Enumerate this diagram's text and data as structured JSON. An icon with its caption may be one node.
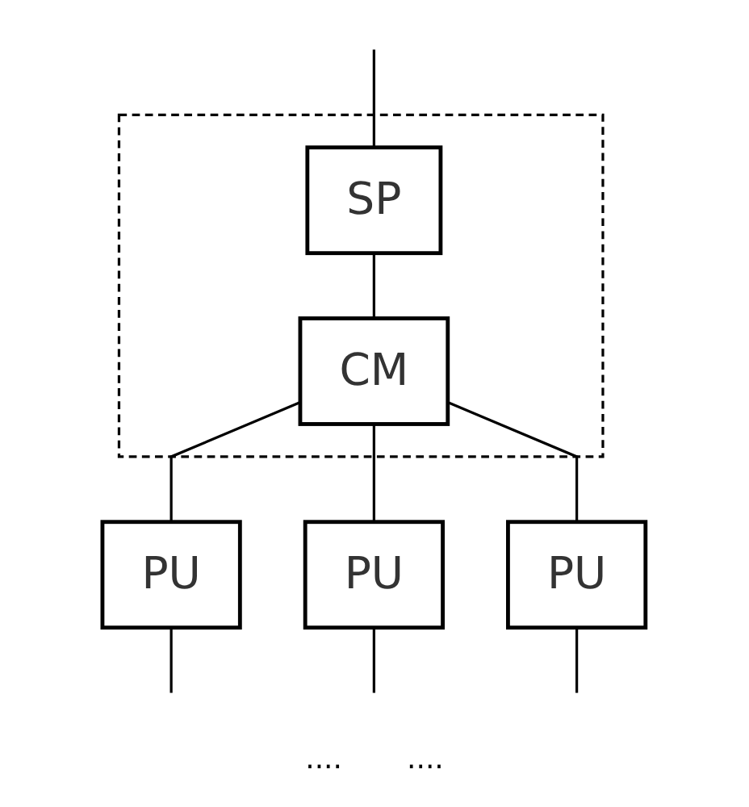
{
  "diagram": {
    "nodes": [
      {
        "text": [],
        "shape": "box"
      },
      {
        "text": [
          "SP"
        ],
        "in": 0
      },
      {
        "text": [
          "CM"
        ],
        "in": 0
      },
      {
        "text": [
          "PU"
        ]
      },
      {
        "text": [
          "PU"
        ]
      },
      {
        "text": [
          "PU"
        ]
      }
    ],
    "edges": [
      {
        "from": null,
        "to": 1,
        "arrow": "none"
      },
      {
        "from": 1,
        "to": 2,
        "arrow": "none"
      },
      {
        "from": 2,
        "to": 3,
        "arrow": "none"
      },
      {
        "from": 2,
        "to": 4,
        "arrow": "none"
      },
      {
        "from": 2,
        "to": 5,
        "arrow": "none"
      },
      {
        "from": 3,
        "to": null,
        "arrow": "none"
      },
      {
        "from": 4,
        "to": null,
        "arrow": "none"
      },
      {
        "from": 5,
        "to": null,
        "arrow": "none"
      }
    ],
    "labels": [
      "....",
      "...."
    ]
  }
}
